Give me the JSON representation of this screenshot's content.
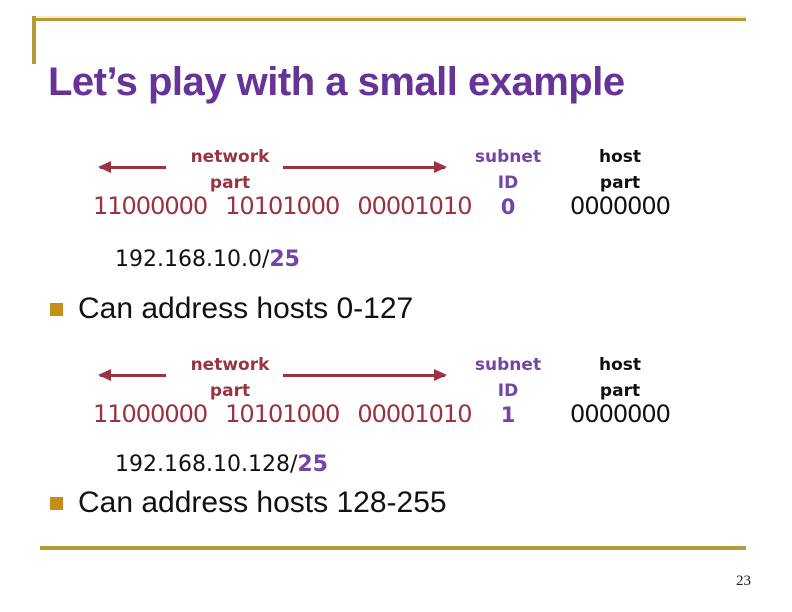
{
  "slide": {
    "title": "Let’s play with a small example",
    "page_number": "23",
    "colors": {
      "title_purple": "#663399",
      "subnet_purple": "#7245a8",
      "diagram_maroon": "#993344",
      "frame_gold": "#b59b35",
      "bullet_gold": "#c68e17",
      "text_black": "#111111",
      "background": "#ffffff"
    }
  },
  "diagrams": [
    {
      "network_label_line1": "network",
      "network_label_line2": "part",
      "octets": [
        "11000000",
        "10101000",
        "00001010"
      ],
      "subnet_label_line1": "subnet",
      "subnet_label_line2": "ID",
      "subnet_id": "0",
      "host_label_line1": "host",
      "host_label_line2": "part",
      "host_bits": "0000000",
      "address": "192.168.10.0/",
      "prefix": "25",
      "bullet_text": "Can address hosts 0-127"
    },
    {
      "network_label_line1": "network",
      "network_label_line2": "part",
      "octets": [
        "11000000",
        "10101000",
        "00001010"
      ],
      "subnet_label_line1": "subnet",
      "subnet_label_line2": "ID",
      "subnet_id": "1",
      "host_label_line1": "host",
      "host_label_line2": "part",
      "host_bits": "0000000",
      "address": "192.168.10.128/",
      "prefix": "25",
      "bullet_text": "Can address hosts 128-255"
    }
  ]
}
